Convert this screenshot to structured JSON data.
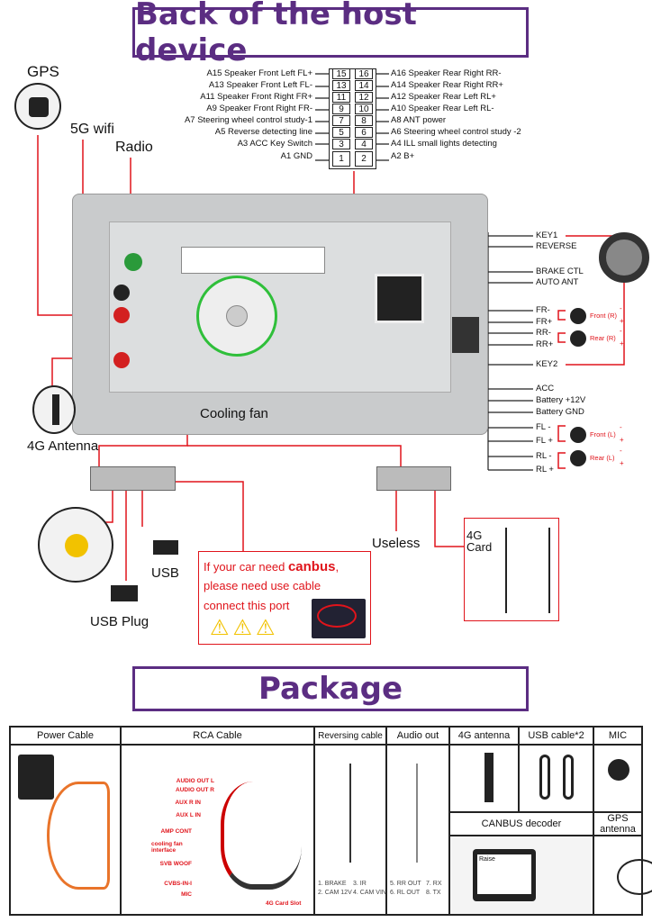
{
  "header": {
    "title": "Back of the host device"
  },
  "ports": {
    "gps": "GPS",
    "wifi": "5G wifi",
    "radio": "Radio",
    "antenna_4g": "4G Antenna",
    "cooling_fan": "Cooling fan"
  },
  "pin_connector": {
    "left": [
      {
        "label": "A15  Speaker Front Left FL+",
        "pin": "15"
      },
      {
        "label": "A13  Speaker Front Left FL-",
        "pin": "13"
      },
      {
        "label": "A11  Speaker Front Right FR+",
        "pin": "11"
      },
      {
        "label": "A9    Speaker Front Right FR-",
        "pin": "9"
      },
      {
        "label": "A7  Steering wheel control study-1",
        "pin": "7"
      },
      {
        "label": "A5    Reverse detecting line",
        "pin": "5"
      },
      {
        "label": "A3 ACC Key Switch",
        "pin": "3"
      },
      {
        "label": "A1 GND",
        "pin": "1"
      }
    ],
    "right": [
      {
        "label": "A16 Speaker Rear Right RR-",
        "pin": "16"
      },
      {
        "label": "A14 Speaker Rear Right RR+",
        "pin": "14"
      },
      {
        "label": "A12 Speaker Rear Left RL+",
        "pin": "12"
      },
      {
        "label": "A10 Speaker Rear Left RL-",
        "pin": "10"
      },
      {
        "label": "A8   ANT power",
        "pin": "8"
      },
      {
        "label": "A6   Steering wheel control study -2",
        "pin": "6"
      },
      {
        "label": "A4   ILL small lights detecting",
        "pin": "4"
      },
      {
        "label": "A2   B+",
        "pin": "2"
      }
    ]
  },
  "harness": {
    "wires": [
      "KEY1",
      "REVERSE",
      "BRAKE CTL",
      "AUTO ANT",
      "FR-",
      "FR+",
      "RR-",
      "RR+",
      "KEY2",
      "ACC",
      "Battery +12V",
      "Battery GND",
      "FL -",
      "FL +",
      "RL -",
      "RL +"
    ],
    "speakers": [
      {
        "label": "Front (R)"
      },
      {
        "label": "Rear (R)"
      },
      {
        "label": "Front (L)"
      },
      {
        "label": "Rear (L)"
      }
    ],
    "polarity": {
      "minus": "-",
      "plus": "+"
    }
  },
  "lower": {
    "usb": "USB",
    "usb_plug": "USB Plug",
    "useless": "Useless",
    "card_4g": "4G\nCard",
    "canbus_line1_pre": "If your car need ",
    "canbus_line1_em": "canbus",
    ",": ",",
    "canbus_line2": "please need use cable",
    "canbus_line3": "connect this port"
  },
  "package": {
    "title": "Package",
    "cols": [
      "Power Cable",
      "RCA Cable",
      "Reversing cable",
      "Audio out",
      "4G antenna",
      "USB cable*2",
      "MIC"
    ],
    "row2": [
      "CANBUS decoder",
      "GPS antenna"
    ],
    "rca_labels": [
      "AUDIO OUT L",
      "AUDIO OUT R",
      "AUX R IN",
      "AUX L IN",
      "AMP CONT",
      "cooling fan interface",
      "SVB WOOF",
      "CVBS-IN-I",
      "MIC"
    ],
    "rca_slot": "4G Card Slot",
    "reversing_legend": [
      "1. BRAKE",
      "3. IR",
      "2. CAM 12V",
      "4. CAM VIN"
    ],
    "audio_legend": [
      "5. RR OUT",
      "7. RX",
      "6. RL OUT",
      "8. TX"
    ],
    "decoder_label": "Raise"
  },
  "colors": {
    "purple": "#5b2d82",
    "red": "#e0141b",
    "green": "#2fbf3a",
    "device_gray": "#c9cbcc"
  }
}
